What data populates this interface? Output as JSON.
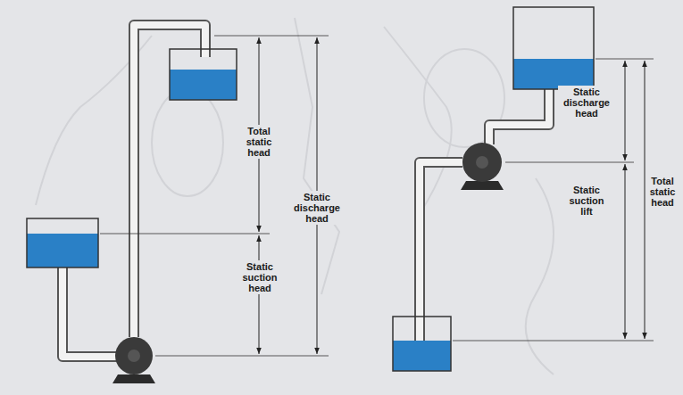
{
  "diagram": {
    "labels": [
      "Total static head",
      "Static discharge head",
      "Static suction head",
      "Static discharge head",
      "Static suction lift",
      "Total static head"
    ]
  }
}
